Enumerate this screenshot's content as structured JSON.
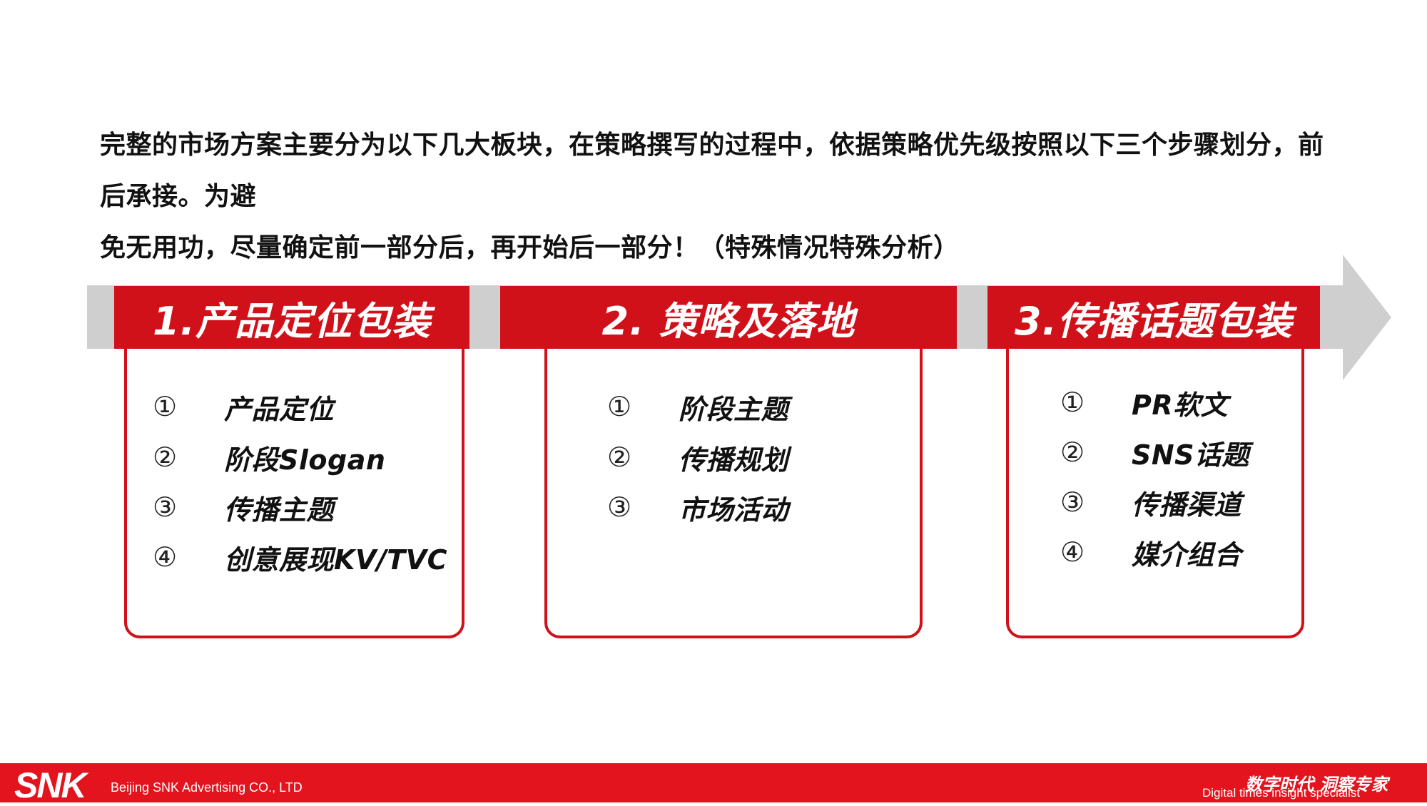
{
  "intro": {
    "line1": "完整的市场方案主要分为以下几大板块，在策略撰写的过程中，依据策略优先级按照以下三个步骤划分，前后承接。为避",
    "line2": "免无用功，尽量确定前一部分后，再开始后一部分！（特殊情况特殊分析）"
  },
  "sections": [
    {
      "title": "1.产品定位包装",
      "items": [
        {
          "num": "①",
          "text": "产品定位"
        },
        {
          "num": "②",
          "text": "阶段Slogan"
        },
        {
          "num": "③",
          "text": "传播主题"
        },
        {
          "num": "④",
          "text": "创意展现KV/TVC"
        }
      ]
    },
    {
      "title": "2. 策略及落地",
      "items": [
        {
          "num": "①",
          "text": "阶段主题"
        },
        {
          "num": "②",
          "text": "传播规划"
        },
        {
          "num": "③",
          "text": "市场活动"
        }
      ]
    },
    {
      "title": "3.传播话题包装",
      "items": [
        {
          "num": "①",
          "text": "PR软文"
        },
        {
          "num": "②",
          "text": "SNS话题"
        },
        {
          "num": "③",
          "text": "传播渠道"
        },
        {
          "num": "④",
          "text": "媒介组合"
        }
      ]
    }
  ],
  "footer": {
    "logo": "SNK",
    "company": "Beijing SNK Advertising CO., LTD",
    "slogan_cn": "数字时代  洞察专家",
    "slogan_en": "Digital times insight specialist"
  },
  "colors": {
    "accent": "#d0111a",
    "arrow": "#cfcfcf",
    "footer": "#e3141e"
  }
}
